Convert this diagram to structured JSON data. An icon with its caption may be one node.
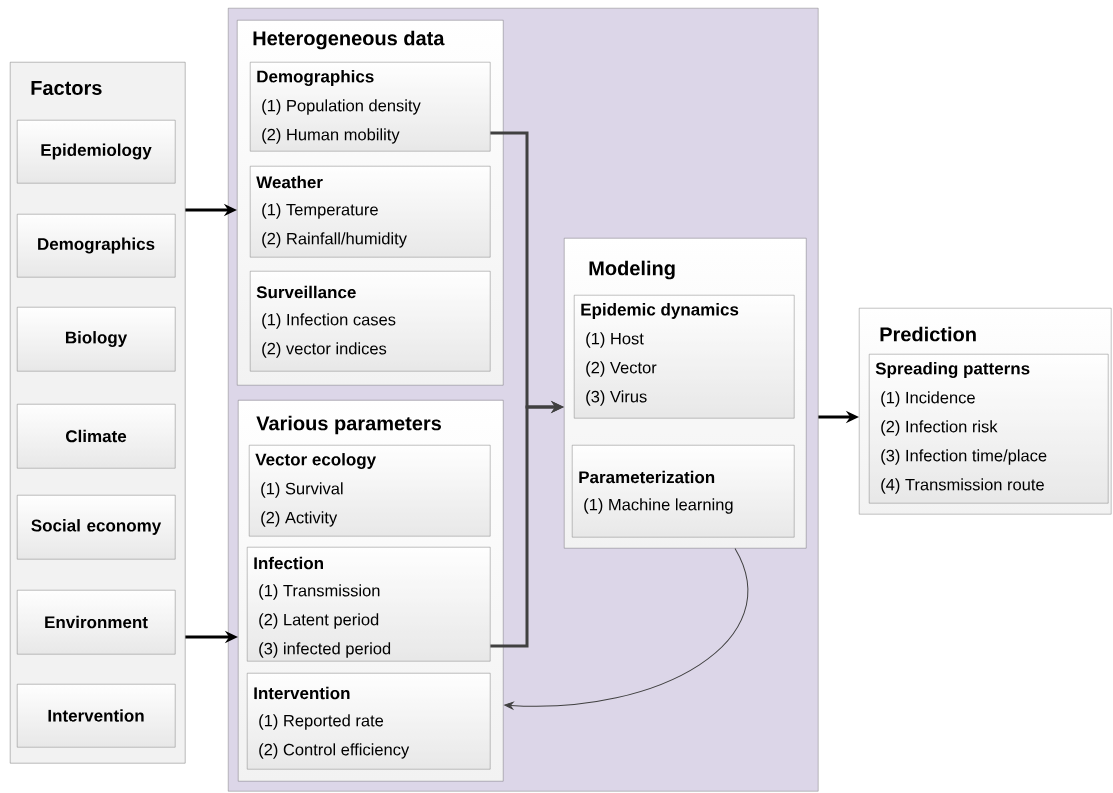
{
  "diagram": {
    "nodes": [
      {
        "text": [
          "Factors"
        ]
      },
      {
        "text": [
          "Epidemiology"
        ],
        "in": 0
      },
      {
        "text": [
          "Demographics"
        ],
        "in": 0
      },
      {
        "text": [
          "Biology"
        ],
        "in": 0
      },
      {
        "text": [
          "Climate"
        ],
        "in": 0
      },
      {
        "text": [
          "Social economy"
        ],
        "in": 0
      },
      {
        "text": [
          "Environment"
        ],
        "in": 0
      },
      {
        "text": [
          "Intervention"
        ],
        "in": 0
      },
      {
        "text": [],
        "shape": "box"
      },
      {
        "text": [
          "Heterogeneous data"
        ],
        "in": 8
      },
      {
        "text": [
          "Demographics",
          "(1) Population density",
          "(2) Human mobility"
        ],
        "in": 9
      },
      {
        "text": [
          "Weather",
          "(1) Temperature",
          "(2) Rainfall/humidity"
        ],
        "in": 9
      },
      {
        "text": [
          "Surveillance",
          "(1) Infection cases",
          "(2) vector indices"
        ],
        "in": 9
      },
      {
        "text": [
          "Various parameters"
        ],
        "in": 8
      },
      {
        "text": [
          "Vector ecology",
          "(1) Survival",
          "(2) Activity"
        ],
        "in": 13
      },
      {
        "text": [
          "Infection",
          "(1) Transmission",
          "(2) Latent period",
          "(3) infected period"
        ],
        "in": 13
      },
      {
        "text": [
          "Intervention",
          "(1) Reported rate",
          "(2) Control efficiency"
        ],
        "in": 13
      },
      {
        "text": [
          "Modeling"
        ],
        "in": 8
      },
      {
        "text": [
          "Epidemic dynamics",
          "(1) Host",
          "(2) Vector",
          "(3) Virus"
        ],
        "in": 17
      },
      {
        "text": [
          "Parameterization",
          "(1) Machine learning"
        ],
        "in": 17
      },
      {
        "text": [
          "Prediction"
        ]
      },
      {
        "text": [
          "Spreading patterns",
          "(1) Incidence",
          "(2) Infection risk",
          "(3) Infection time/place",
          "(4) Transmission route"
        ],
        "in": 20
      }
    ],
    "edges": [
      {
        "from": 0,
        "to": 9,
        "arrow": "to"
      },
      {
        "from": 0,
        "to": 13,
        "arrow": "to"
      },
      {
        "from": 10,
        "to": 17,
        "arrow": "to",
        "color": "#404040"
      },
      {
        "from": 15,
        "to": 17,
        "arrow": "to",
        "color": "#404040"
      },
      {
        "from": 8,
        "to": 20,
        "arrow": "to"
      },
      {
        "from": 17,
        "to": 13,
        "arrow": "to",
        "color": "#404040"
      }
    ]
  }
}
